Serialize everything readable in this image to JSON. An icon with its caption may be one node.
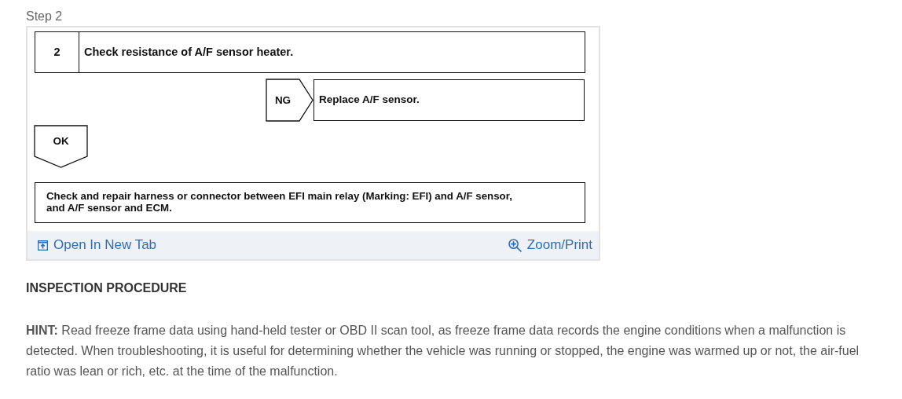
{
  "diagram": {
    "title": "Step 2",
    "nodes": [
      {
        "text": [
          "2",
          "Check resistance of A/F sensor heater."
        ]
      },
      {
        "text": [
          "Replace A/F sensor."
        ]
      },
      {
        "text": [
          "Check and repair harness or connector between EFI main relay (Marking: EFI) and A/F sensor, and A/F sensor and ECM."
        ]
      }
    ],
    "edges": [
      {
        "from": 0,
        "to": 1,
        "arrow": "to",
        "label": "NG"
      },
      {
        "from": 0,
        "to": 2,
        "arrow": "to",
        "label": "OK"
      }
    ],
    "labels": [
      "Open In New Tab",
      "Zoom/Print",
      "INSPECTION PROCEDURE",
      "**HINT:** Read freeze frame data using hand-held tester or OBD II scan tool, as freeze frame data records the engine conditions when a malfunction is detected. When troubleshooting, it is useful for determining whether the vehicle was running or stopped, the engine was warmed up or not, the air-fuel ratio was lean or rich, etc. at the time of the malfunction."
    ]
  }
}
